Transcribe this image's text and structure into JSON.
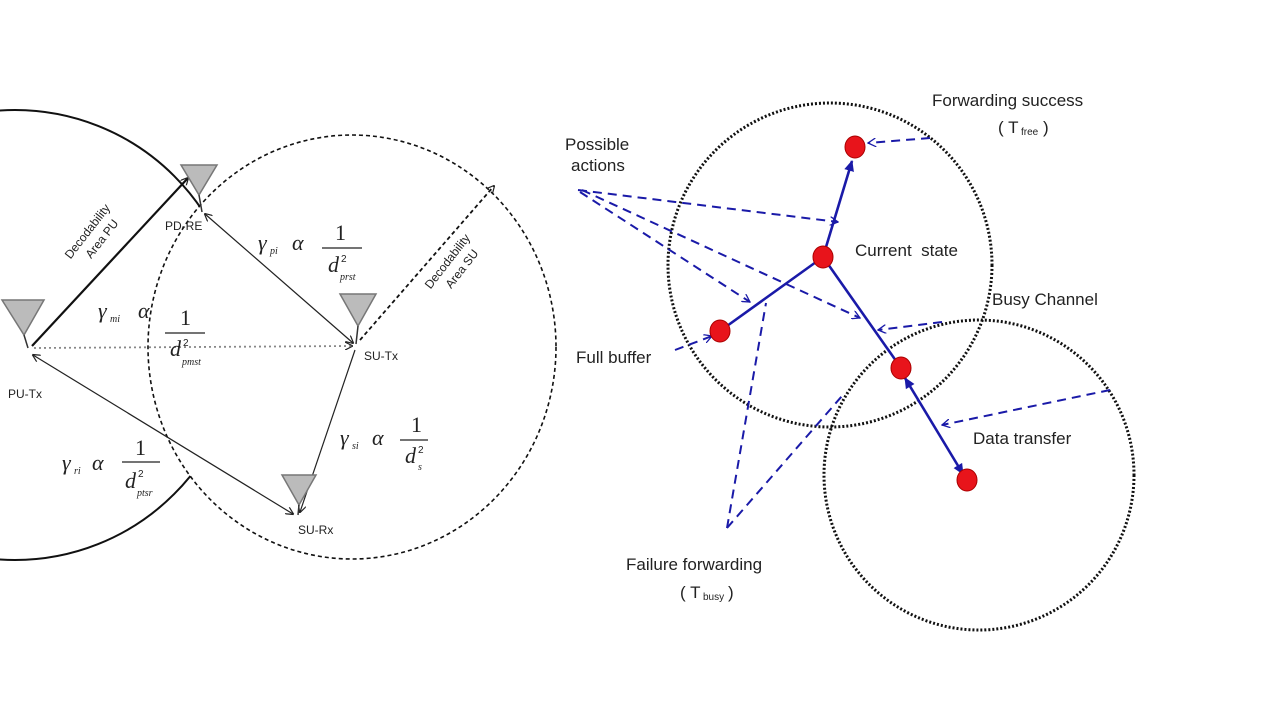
{
  "left_diagram": {
    "nodes": {
      "pu_tx": "PU-Tx",
      "pd_re": "PD-RE",
      "su_tx": "SU-Tx",
      "su_rx": "SU-Rx"
    },
    "areas": {
      "pu_line1": "Decodability",
      "pu_line2": "Area PU",
      "su_line1": "Decodability",
      "su_line2": "Area SU"
    },
    "formulas": {
      "gamma": "γ",
      "alpha": "α",
      "one": "1",
      "d": "d",
      "sq": "2",
      "pi": {
        "sub": "pi",
        "dsub": "prst"
      },
      "mi": {
        "sub": "mi",
        "dsub": "pmst"
      },
      "si": {
        "sub": "si",
        "dsub": "s"
      },
      "ri": {
        "sub": "ri",
        "dsub": "ptsr"
      }
    }
  },
  "right_diagram": {
    "labels": {
      "forwarding_success": "Forwarding success",
      "t_free_open": "( T",
      "t_free_sub": "free",
      "t_close": ")",
      "possible_1": "Possible",
      "possible_2": "actions",
      "current_state": "Current  state",
      "busy_channel": "Busy Channel",
      "full_buffer": "Full buffer",
      "data_transfer": "Data transfer",
      "failure_forwarding": "Failure forwarding",
      "t_busy_open": "( T",
      "t_busy_sub": "busy"
    },
    "colors": {
      "arrow": "#1a1aa8",
      "state": "#e8141b",
      "circle": "#111111"
    }
  }
}
